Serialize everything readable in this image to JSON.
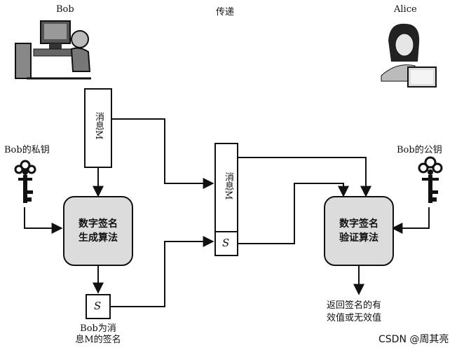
{
  "labels": {
    "bob": "Bob",
    "transfer": "传递",
    "alice": "Alice",
    "bob_private_key": "Bob的私钥",
    "bob_public_key": "Bob的公钥",
    "message_m": "消息M",
    "sign_line1": "数字签名",
    "sign_line2": "生成算法",
    "verify_line1": "数字签名",
    "verify_line2": "验证算法",
    "s": "S",
    "bob_sig_line1": "Bob为消",
    "bob_sig_line2": "息M的签名",
    "result_line1": "返回签名的有",
    "result_line2": "效值或无效值",
    "watermark": "CSDN @周其亮"
  },
  "icons": {
    "bob_person": "person-at-computer-icon",
    "alice_person": "person-with-laptop-icon",
    "private_key": "key-icon",
    "public_key": "key-icon"
  }
}
